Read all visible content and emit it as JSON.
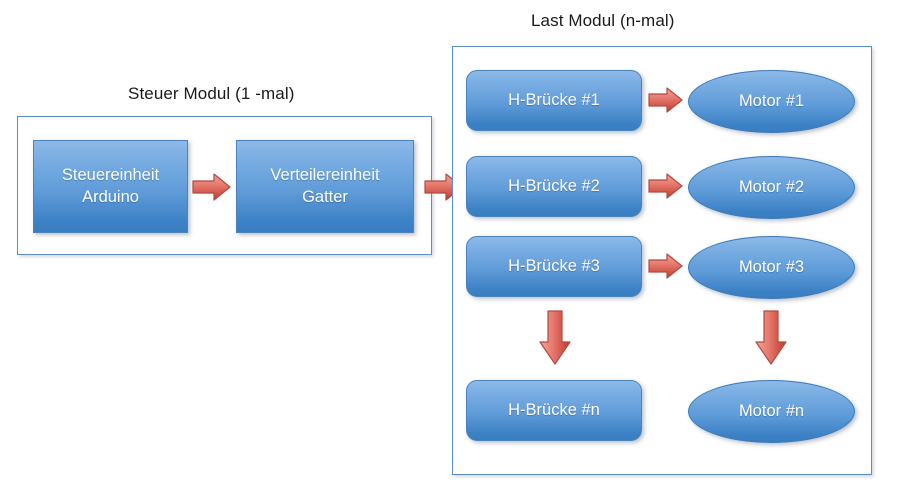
{
  "diagram": {
    "title_steuer": "Steuer Modul (1 -mal)",
    "title_last": "Last Modul (n-mal)",
    "colors": {
      "node_fill_top": "#8fb9e8",
      "node_fill_bottom": "#3a7cc0",
      "node_border": "#4a84c0",
      "node_text": "#ffffff",
      "frame_border": "#5b8fc9",
      "arrow_fill_top": "#f2968d",
      "arrow_fill_bottom": "#c0392f",
      "arrow_border": "#b5493f",
      "background": "#ffffff",
      "title_text": "#1a1a1a"
    },
    "steuer_module": {
      "nodes": [
        {
          "line1": "Steuereinheit",
          "line2": "Arduino"
        },
        {
          "line1": "Verteilereinheit",
          "line2": "Gatter"
        }
      ]
    },
    "last_module": {
      "bridges": [
        {
          "label": "H-Brücke #1"
        },
        {
          "label": "H-Brücke #2"
        },
        {
          "label": "H-Brücke #3"
        },
        {
          "label": "H-Brücke #n"
        }
      ],
      "motors": [
        {
          "label": "Motor #1"
        },
        {
          "label": "Motor #2"
        },
        {
          "label": "Motor #3"
        },
        {
          "label": "Motor #n"
        }
      ]
    },
    "arrows": {
      "internal_right": "arrow-right",
      "module_link": "arrow-right",
      "bridge_to_motor": "arrow-right",
      "continuation_down": "arrow-down"
    }
  }
}
